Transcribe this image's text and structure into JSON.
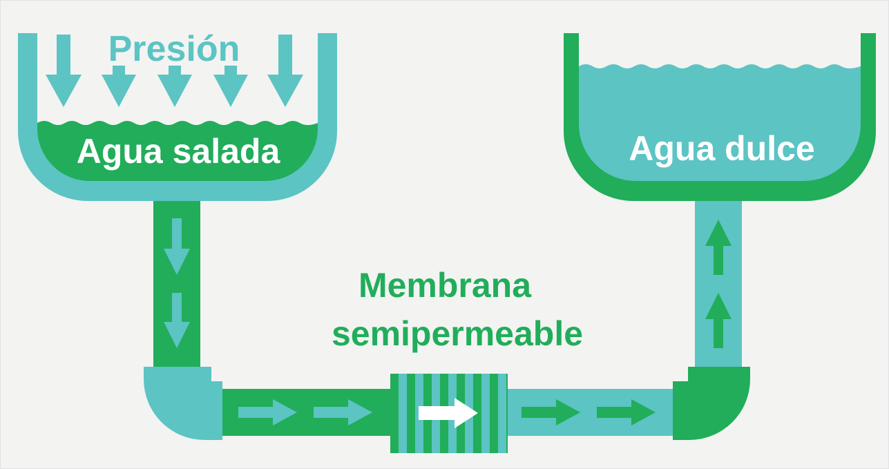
{
  "labels": {
    "pressure": "Presión",
    "salt_water": "Agua salada",
    "fresh_water": "Agua dulce",
    "membrane_line1": "Membrana",
    "membrane_line2": "semipermeable"
  },
  "colors": {
    "teal": "#5cc4c3",
    "green": "#21ad5a",
    "dark_green": "#199e4e",
    "white": "#ffffff",
    "background": "#f3f3f2"
  },
  "icons": {
    "pressure_arrows": "arrow-down-icon",
    "feed_flow_arrows": "arrow-down-icon",
    "pipe_flow_arrows": "arrow-right-icon",
    "permeate_flow_arrows": "arrow-up-icon",
    "membrane": "striped-membrane-icon"
  }
}
